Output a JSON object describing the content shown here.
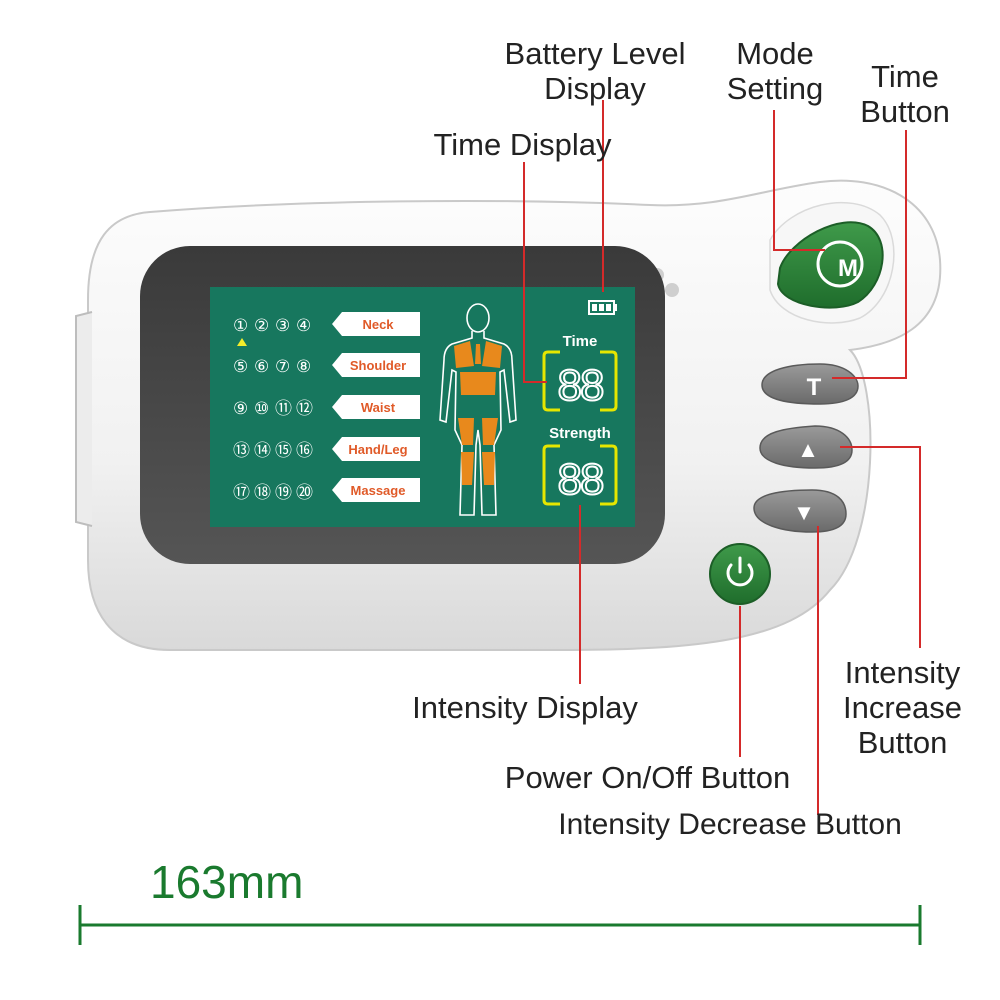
{
  "labels": {
    "battery_level_display": [
      "Battery Level",
      "Display"
    ],
    "mode_setting": [
      "Mode",
      "Setting"
    ],
    "time_button": [
      "Time",
      "Button"
    ],
    "time_display": "Time Display",
    "intensity_display": "Intensity Display",
    "power_button": "Power On/Off Button",
    "intensity_increase_button": [
      "Intensity",
      "Increase",
      "Button"
    ],
    "intensity_decrease_button": "Intensity Decrease Button"
  },
  "dimension": "163mm",
  "screen": {
    "programs": [
      [
        "①",
        "②",
        "③",
        "④"
      ],
      [
        "⑤",
        "⑥",
        "⑦",
        "⑧"
      ],
      [
        "⑨",
        "⑩",
        "⑪",
        "⑫"
      ],
      [
        "⑬",
        "⑭",
        "⑮",
        "⑯"
      ],
      [
        "⑰",
        "⑱",
        "⑲",
        "⑳"
      ]
    ],
    "modes": [
      "Neck",
      "Shoulder",
      "Waist",
      "Hand/Leg",
      "Massage"
    ],
    "time_label": "Time",
    "time_value": "88",
    "strength_label": "Strength",
    "strength_value": "88"
  },
  "buttons": {
    "mode": "M",
    "time": "T",
    "up": "▲",
    "down": "▼",
    "power": "⏻"
  },
  "colors": {
    "screen_bg": "#17775e",
    "accent_green": "#2c8a3a",
    "leader_line": "#d42a2a",
    "muscle_orange": "#e8891c",
    "mode_text": "#e05a28",
    "digit_yellow": "#e6e600",
    "dimension_green": "#1a7a2e"
  }
}
